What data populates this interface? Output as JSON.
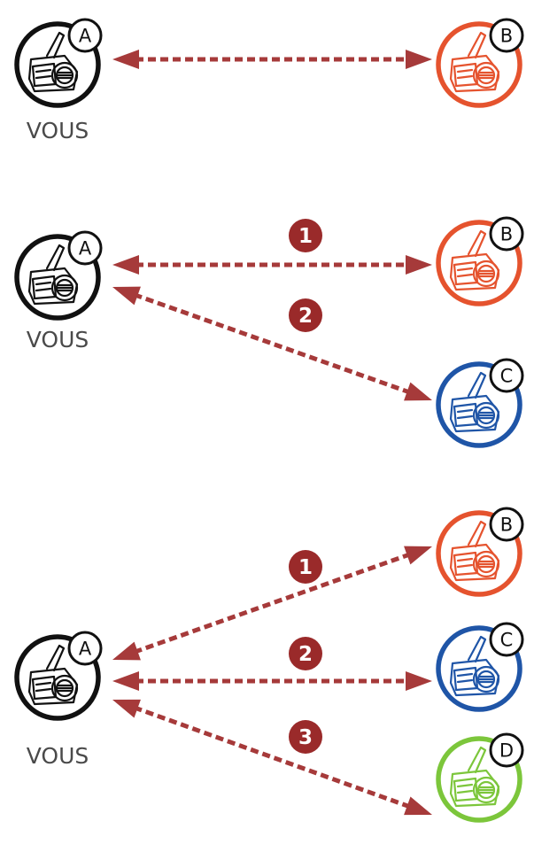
{
  "you_label": "VOUS",
  "colors": {
    "arrow": "#a63a3a",
    "badge": "#9a2a2a",
    "you": "#111111",
    "B": "#e5532e",
    "C": "#1f55a7",
    "D": "#7cc63b"
  },
  "scenarios": [
    {
      "name": "pairing-two-riders",
      "you": {
        "letter": "A",
        "label": "VOUS"
      },
      "links": [
        {
          "to": "B",
          "number": "",
          "bidirectional": true
        }
      ],
      "peers": [
        {
          "letter": "B",
          "color_key": "B"
        }
      ]
    },
    {
      "name": "pairing-three-riders",
      "you": {
        "letter": "A",
        "label": "VOUS"
      },
      "links": [
        {
          "to": "B",
          "number": "1",
          "bidirectional": true
        },
        {
          "to": "C",
          "number": "2",
          "bidirectional": true
        }
      ],
      "peers": [
        {
          "letter": "B",
          "color_key": "B"
        },
        {
          "letter": "C",
          "color_key": "C"
        }
      ]
    },
    {
      "name": "pairing-four-riders",
      "you": {
        "letter": "A",
        "label": "VOUS"
      },
      "links": [
        {
          "to": "B",
          "number": "1",
          "bidirectional": true
        },
        {
          "to": "C",
          "number": "2",
          "bidirectional": true
        },
        {
          "to": "D",
          "number": "3",
          "bidirectional": true
        }
      ],
      "peers": [
        {
          "letter": "B",
          "color_key": "B"
        },
        {
          "letter": "C",
          "color_key": "C"
        },
        {
          "letter": "D",
          "color_key": "D"
        }
      ]
    }
  ]
}
